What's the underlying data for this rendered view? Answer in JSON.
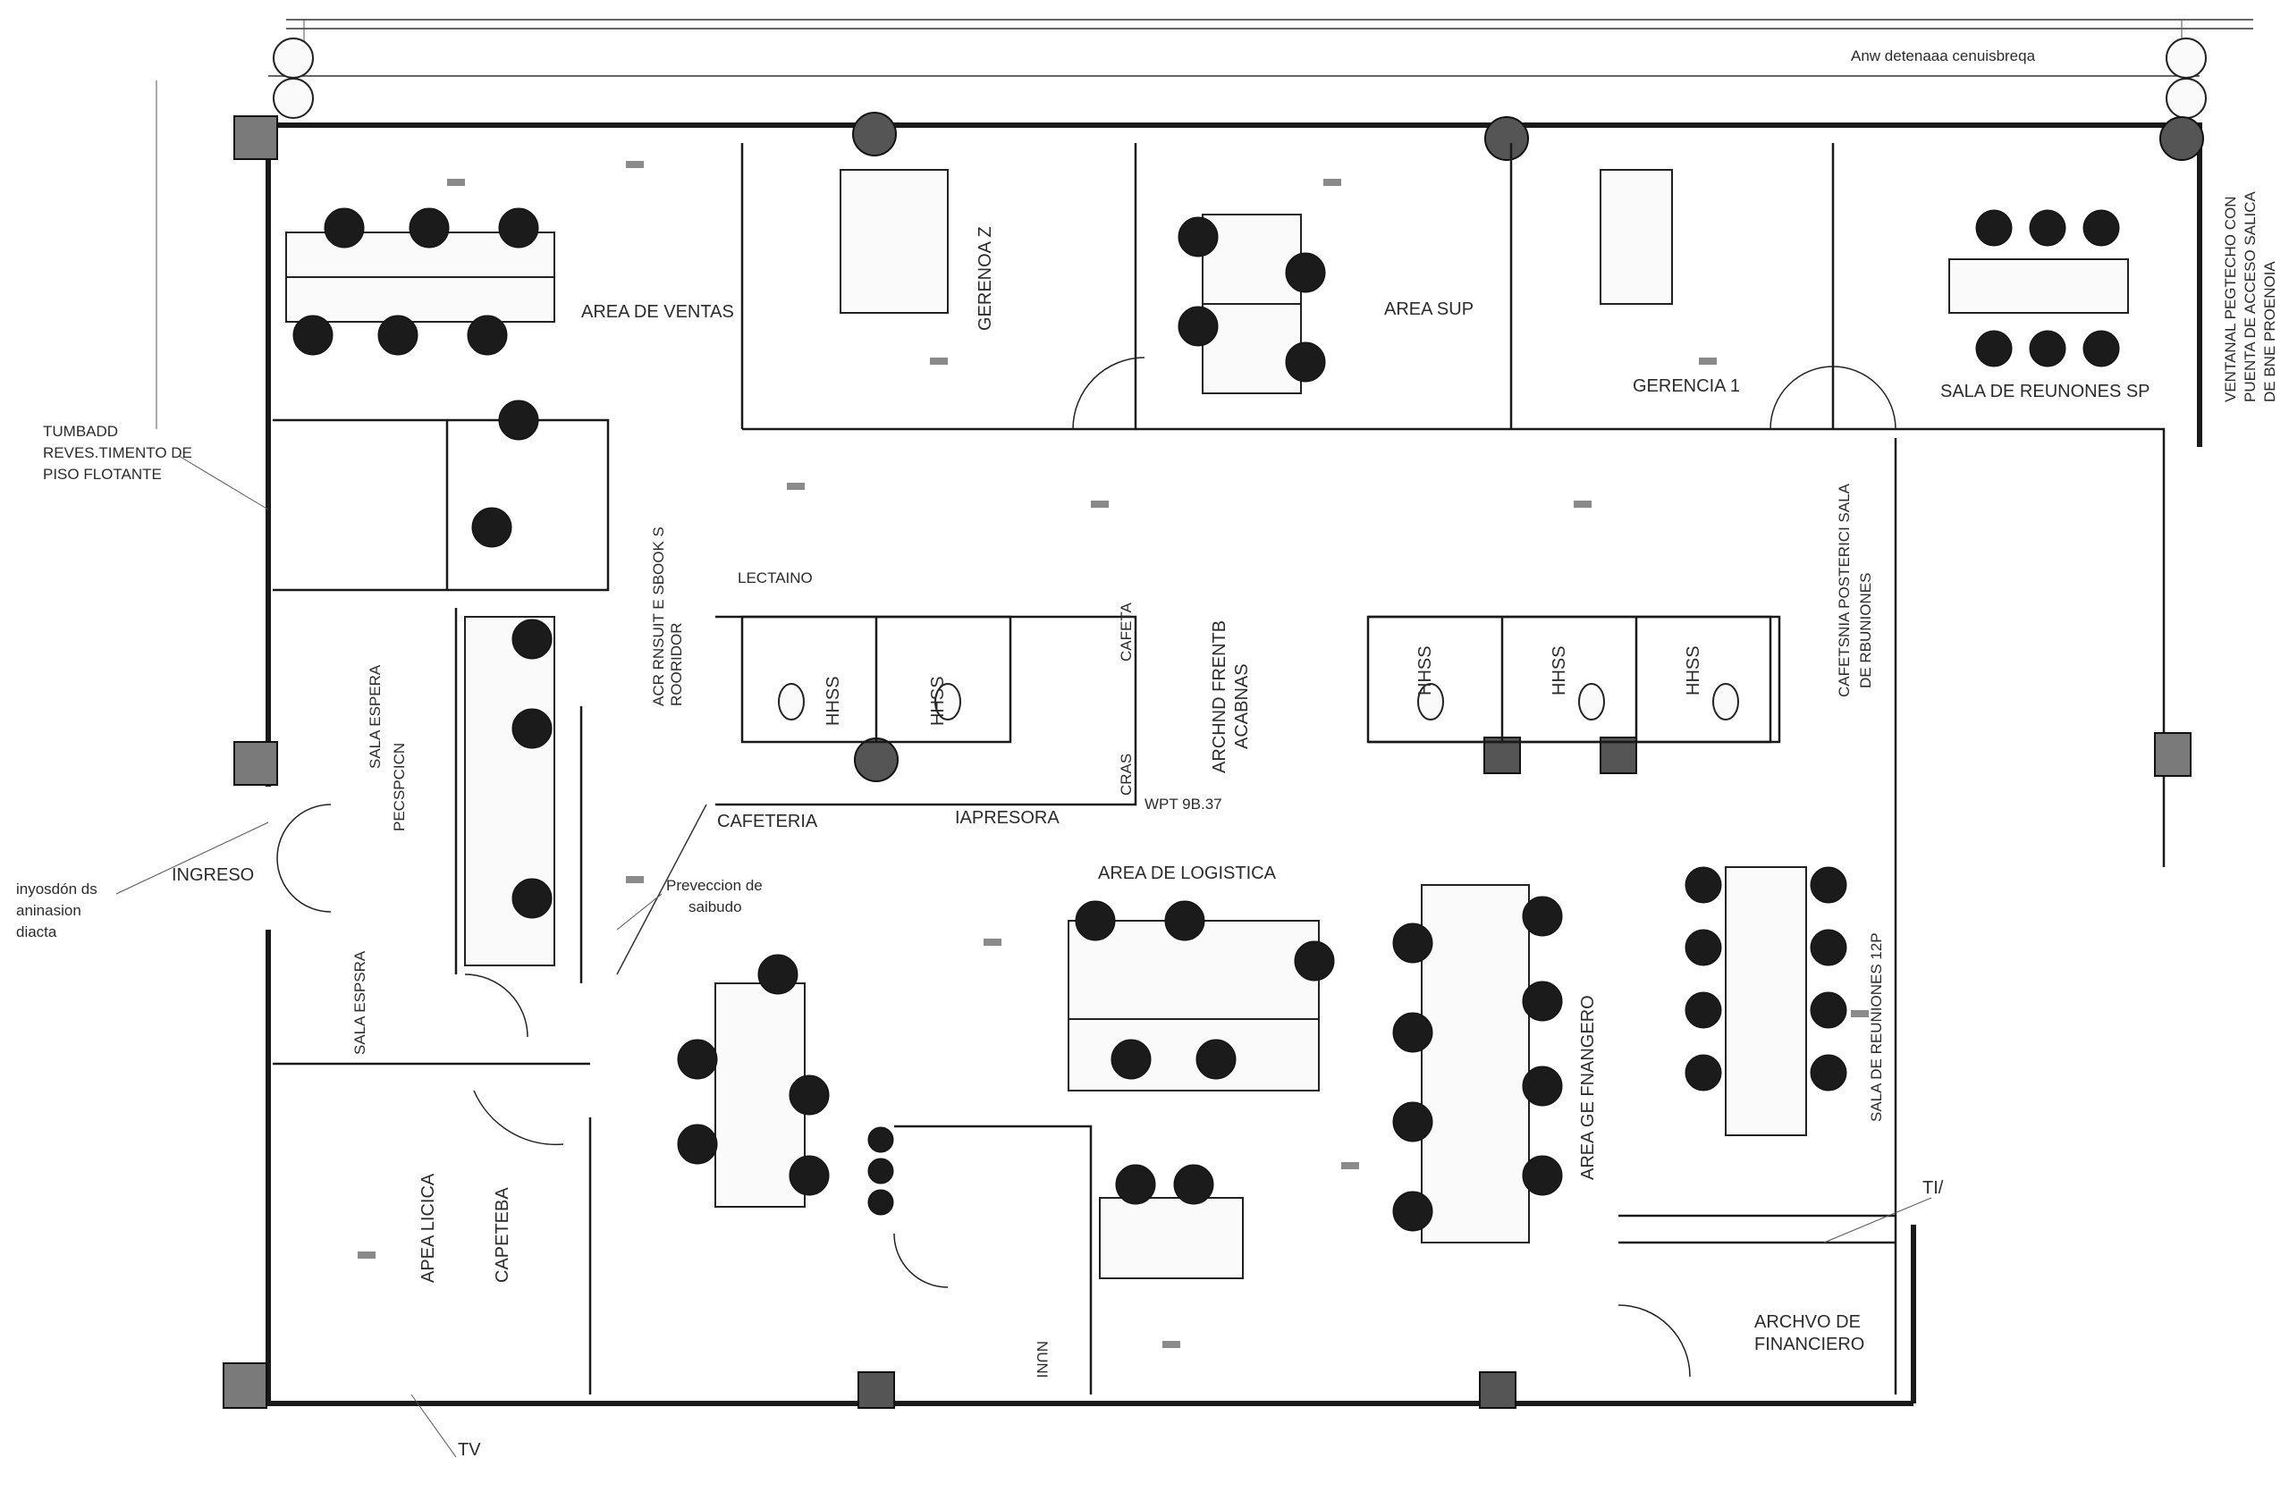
{
  "plan": {
    "top_note": "Anw detenaaa cenuisbreqa",
    "right_note": [
      "VENTANAL PEGTECHO CON",
      "PUENTA DE ACCESO SALICA",
      "DE BNE PROENOIA"
    ],
    "callouts": {
      "floor_note": [
        "TUMBADD",
        "REVES.TIMENTO DE",
        "PISO FLOTANTE"
      ],
      "entrance_note": [
        "inyosdón ds",
        "aninasion",
        "diacta"
      ],
      "tv_bottom": "TV",
      "tv_right": "TI/",
      "projection": [
        "Preveccion de",
        "saibudo"
      ],
      "grid_ref": "WPT 9B.37"
    },
    "rooms": {
      "area_ventas": "AREA DE VENTAS",
      "gerencia_2": "GERENOA Z",
      "area_sup": "AREA SUP",
      "gerencia_1": "GERENCIA 1",
      "sala_reuniones_sp": "SALA DE REUNONES SP",
      "lectaino": "LECTAINO",
      "hhss_1": "HHSS",
      "hhss_2": "HHSS",
      "hhss_3": "HHSS",
      "hhss_4": "HHSS",
      "hhss_5": "HHSS",
      "cafeteria": "CAFETERIA",
      "impresora": "IAPRESORA",
      "archivo_cabinas": [
        "ARCHND FRENTB",
        "ACABNAS"
      ],
      "cafeteria_posterior": [
        "CAFETSNIA POSTERICI SALA",
        "DE RBUNIONES"
      ],
      "sala_espera_1": "SALA ESPERA",
      "recepcion": "PECSPCICN",
      "ingreso": "INGRESO",
      "sala_espera_2": "SALA ESPSRA",
      "area_logistica": "AREA DE LOGISTICA",
      "area_financiero": "AREA GE FNANGERO",
      "sala_reuniones_2": "SALA DE REUNIONES 12P",
      "archivo_financiero": [
        "ARCHVO DE",
        "FINANCIERO"
      ],
      "area_clinica": "APEA LICICA",
      "capeteba": "CAPETEBA",
      "corridor_note": [
        "ACR RNSUIT E SBOOK S",
        "ROORIDOR"
      ],
      "corridor_side": "CAFETA",
      "corridor_side_2": "CRAS",
      "cabinet_label": "NUNI"
    }
  }
}
